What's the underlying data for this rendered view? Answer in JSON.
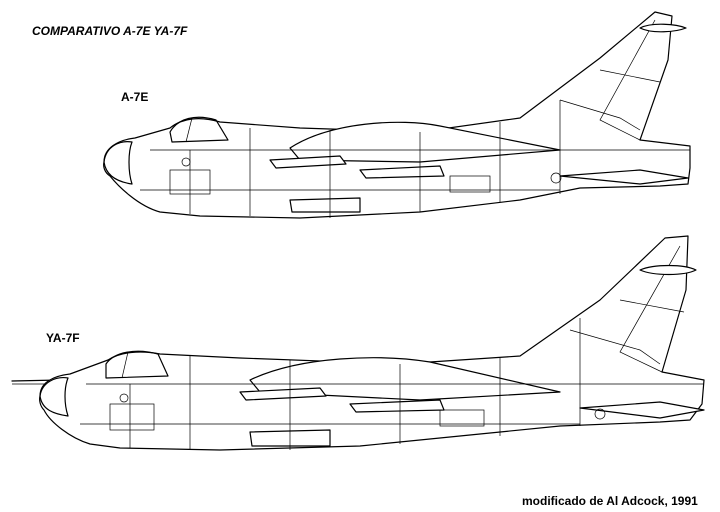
{
  "title": "COMPARATIVO A-7E  YA-7F",
  "aircraft": [
    {
      "label": "A-7E"
    },
    {
      "label": "YA-7F"
    }
  ],
  "credit": "modificado de Al Adcock, 1991",
  "colors": {
    "line": "#000000",
    "background": "#ffffff"
  }
}
